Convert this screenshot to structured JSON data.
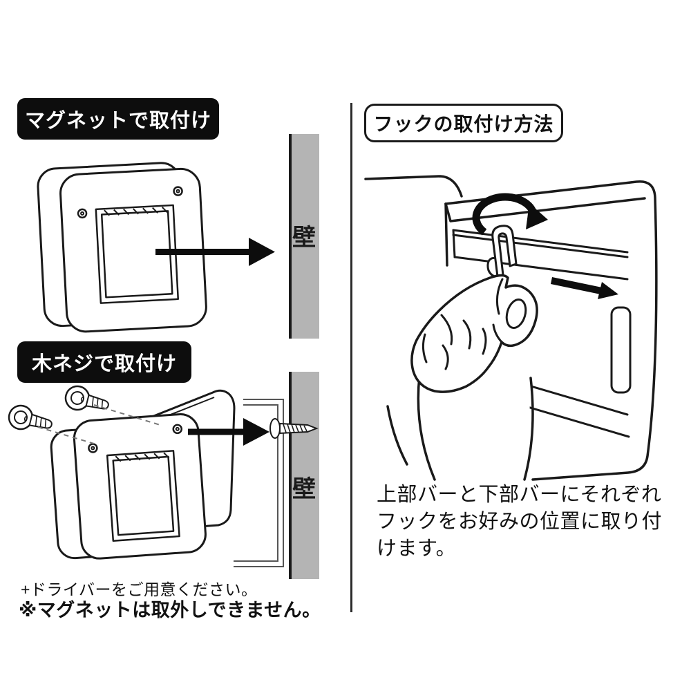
{
  "colors": {
    "ink": "#1a1a1a",
    "wall_gray": "#b4b4b4",
    "badge_bg": "#0d0d0d",
    "badge_text": "#ffffff"
  },
  "left": {
    "magnet_section": {
      "title": "マグネットで取付け",
      "wall_label": "壁"
    },
    "screw_section": {
      "title": "木ネジで取付け",
      "wall_label": "壁"
    },
    "notes": {
      "screwdriver": "+ドライバーをご用意ください。",
      "magnet_warning": "※マグネットは取外しできません。"
    }
  },
  "right": {
    "title": "フックの取付け方法",
    "description": {
      "line1": "上部バーと下部バーにそれぞれ",
      "line2": "フックをお好みの位置に取り付",
      "line3": "けます。"
    }
  }
}
